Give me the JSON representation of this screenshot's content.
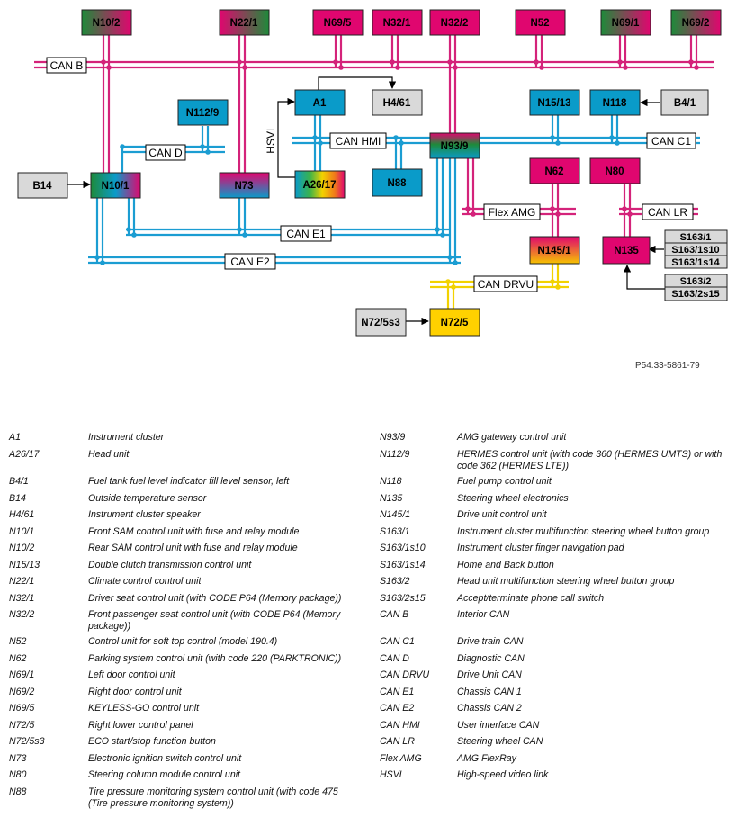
{
  "diagram": {
    "nodes": {
      "N10_2": "N10/2",
      "N22_1": "N22/1",
      "N69_5": "N69/5",
      "N32_1": "N32/1",
      "N32_2": "N32/2",
      "N52": "N52",
      "N69_1": "N69/1",
      "N69_2": "N69/2",
      "A1": "A1",
      "H4_61": "H4/61",
      "N112_9": "N112/9",
      "N15_13": "N15/13",
      "N118": "N118",
      "B4_1": "B4/1",
      "N93_9": "N93/9",
      "B14": "B14",
      "N10_1": "N10/1",
      "N73": "N73",
      "A26_17": "A26/17",
      "N88": "N88",
      "N62": "N62",
      "N80": "N80",
      "N145_1": "N145/1",
      "N135": "N135",
      "S163_1": "S163/1",
      "S163_1s10": "S163/1s10",
      "S163_1s14": "S163/1s14",
      "S163_2": "S163/2",
      "S163_2s15": "S163/2s15",
      "N72_5s3": "N72/5s3",
      "N72_5": "N72/5"
    },
    "buses": {
      "can_b": "CAN B",
      "can_d": "CAN D",
      "can_hmi": "CAN HMI",
      "can_c1": "CAN C1",
      "hsvl": "HSVL",
      "flex_amg": "Flex AMG",
      "can_lr": "CAN LR",
      "can_e1": "CAN E1",
      "can_e2": "CAN E2",
      "can_drvu": "CAN DRVU"
    },
    "colors": {
      "can_b": "#d4237a",
      "can_blue": "#1b9dd2",
      "can_drvu": "#f2d200",
      "module_magenta": "#e0066f",
      "module_blue": "#0a9bc9",
      "sensor_gray": "#d9d9d9"
    },
    "reference": "P54.33-5861-79"
  },
  "legend_left": [
    {
      "code": "A1",
      "desc": "Instrument cluster"
    },
    {
      "code": "A26/17",
      "desc": "Head unit"
    },
    {
      "code": "B4/1",
      "desc": "Fuel tank fuel level indicator fill level sensor, left"
    },
    {
      "code": "B14",
      "desc": "Outside temperature sensor"
    },
    {
      "code": "H4/61",
      "desc": "Instrument cluster speaker"
    },
    {
      "code": "N10/1",
      "desc": "Front SAM control unit with fuse and relay module"
    },
    {
      "code": "N10/2",
      "desc": "Rear SAM control unit with fuse and relay module"
    },
    {
      "code": "N15/13",
      "desc": "Double clutch transmission control unit"
    },
    {
      "code": "N22/1",
      "desc": "Climate control control unit"
    },
    {
      "code": "N32/1",
      "desc": "Driver seat control unit (with CODE P64 (Memory package))"
    },
    {
      "code": "N32/2",
      "desc": "Front passenger seat control unit (with CODE P64 (Memory package))"
    },
    {
      "code": "N52",
      "desc": "Control unit for soft top control (model 190.4)"
    },
    {
      "code": "N62",
      "desc": "Parking system control unit (with code 220 (PARKTRONIC))"
    },
    {
      "code": "N69/1",
      "desc": "Left door control unit"
    },
    {
      "code": "N69/2",
      "desc": "Right door control unit"
    },
    {
      "code": "N69/5",
      "desc": "KEYLESS-GO control unit"
    },
    {
      "code": "N72/5",
      "desc": "Right lower control panel"
    },
    {
      "code": "N72/5s3",
      "desc": "ECO start/stop function button"
    },
    {
      "code": "N73",
      "desc": "Electronic ignition switch control unit"
    },
    {
      "code": "N80",
      "desc": "Steering column module control unit"
    },
    {
      "code": "N88",
      "desc": "Tire pressure monitoring system control unit (with code 475 (Tire pressure monitoring system))"
    }
  ],
  "legend_right": [
    {
      "code": "N93/9",
      "desc": "AMG gateway control unit"
    },
    {
      "code": "N112/9",
      "desc": "HERMES control unit (with code 360 (HERMES UMTS) or with code 362 (HERMES LTE))"
    },
    {
      "code": "N118",
      "desc": "Fuel pump control unit"
    },
    {
      "code": "N135",
      "desc": "Steering wheel electronics"
    },
    {
      "code": "N145/1",
      "desc": "Drive unit control unit"
    },
    {
      "code": "S163/1",
      "desc": "Instrument cluster multifunction steering wheel button group"
    },
    {
      "code": "S163/1s10",
      "desc": "Instrument cluster finger navigation pad"
    },
    {
      "code": "S163/1s14",
      "desc": "Home and Back button"
    },
    {
      "code": "S163/2",
      "desc": "Head unit multifunction steering wheel button group"
    },
    {
      "code": "S163/2s15",
      "desc": "Accept/terminate phone call switch"
    },
    {
      "code": "CAN B",
      "desc": "Interior CAN"
    },
    {
      "code": "CAN C1",
      "desc": "Drive train CAN"
    },
    {
      "code": "CAN D",
      "desc": "Diagnostic CAN"
    },
    {
      "code": "CAN DRVU",
      "desc": "Drive Unit CAN"
    },
    {
      "code": "CAN E1",
      "desc": "Chassis CAN 1"
    },
    {
      "code": "CAN E2",
      "desc": "Chassis CAN 2"
    },
    {
      "code": "CAN HMI",
      "desc": "User interface CAN"
    },
    {
      "code": "CAN LR",
      "desc": "Steering wheel CAN"
    },
    {
      "code": "Flex AMG",
      "desc": "AMG FlexRay"
    },
    {
      "code": "HSVL",
      "desc": "High-speed video link"
    }
  ]
}
